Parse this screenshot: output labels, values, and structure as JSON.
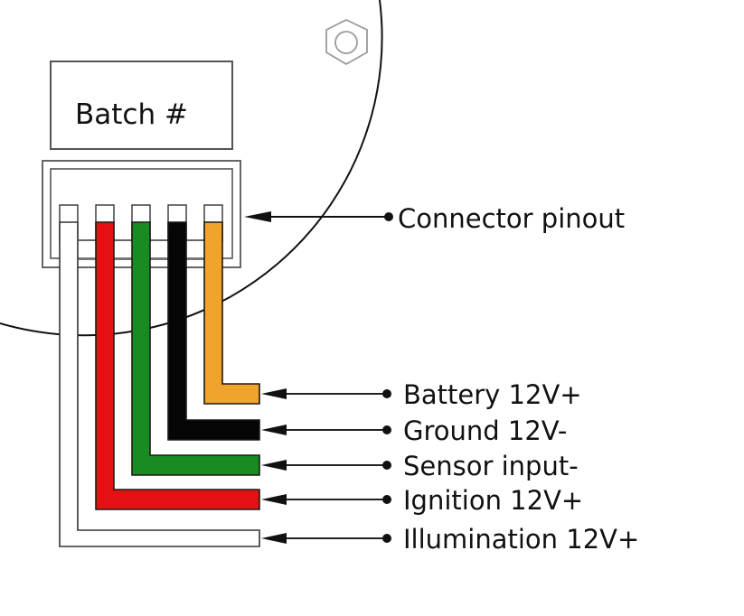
{
  "diagram": {
    "batch_label": "Batch #",
    "connector_label": "Connector pinout",
    "wires": [
      {
        "id": "illumination",
        "label": "Illumination 12V+",
        "color": "#ffffff",
        "pin": 1
      },
      {
        "id": "ignition",
        "label": "Ignition 12V+",
        "color": "#e31212",
        "pin": 2
      },
      {
        "id": "sensor",
        "label": "Sensor input-",
        "color": "#1a8a22",
        "pin": 3
      },
      {
        "id": "ground",
        "label": "Ground 12V-",
        "color": "#050505",
        "pin": 4
      },
      {
        "id": "battery",
        "label": "Battery 12V+",
        "color": "#f1a42b",
        "pin": 5
      }
    ],
    "labels_top_to_bottom": [
      "Battery 12V+",
      "Ground 12V-",
      "Sensor input-",
      "Ignition 12V+",
      "Illumination 12V+"
    ],
    "colors": {
      "outline": "#222222",
      "housing": "#555555",
      "nut": "#999999"
    }
  }
}
